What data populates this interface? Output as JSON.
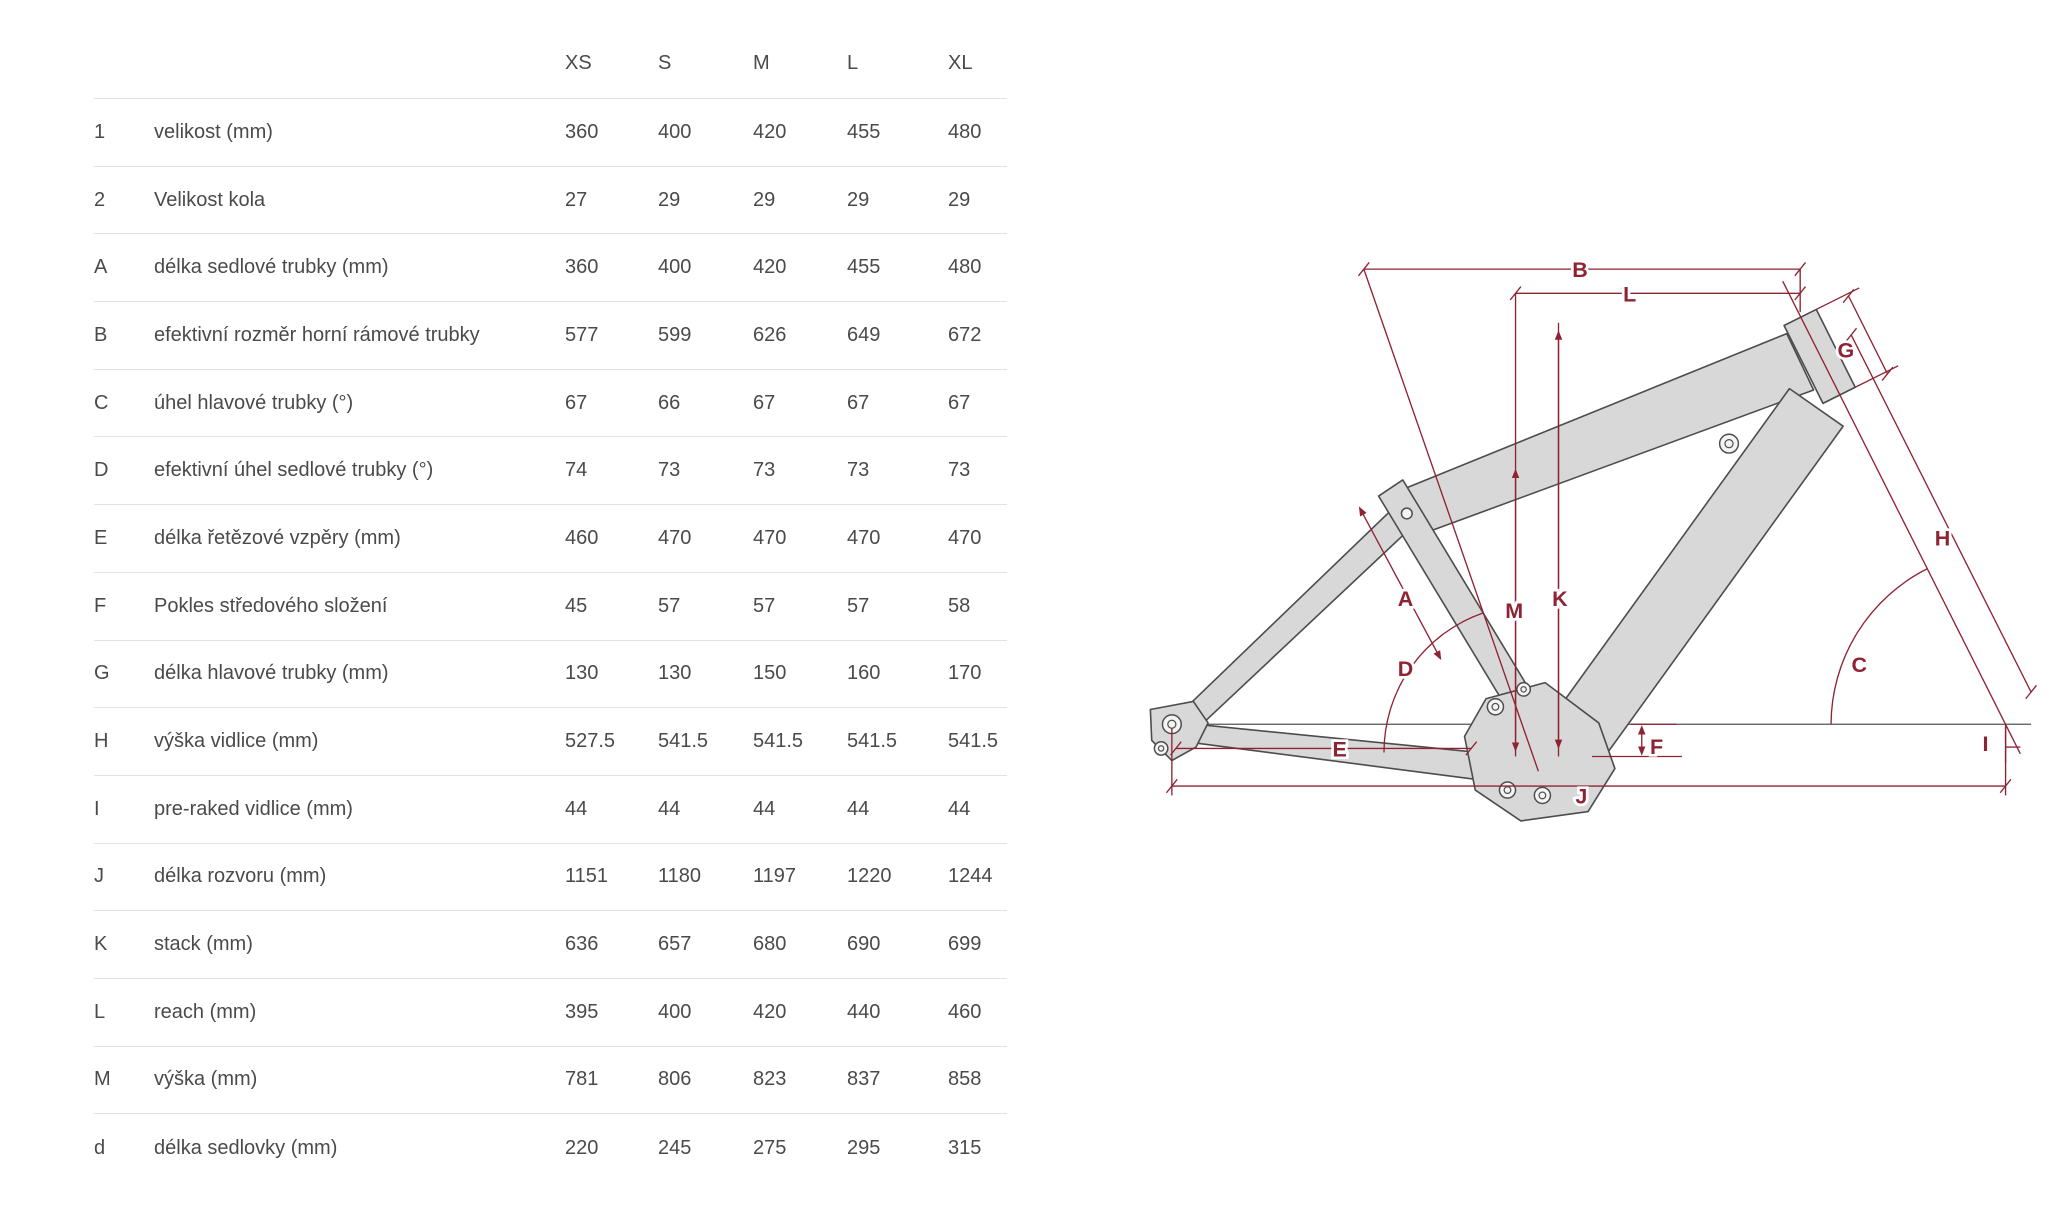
{
  "geometry_table": {
    "size_headers": [
      "XS",
      "S",
      "M",
      "L",
      "XL"
    ],
    "rows": [
      {
        "key": "1",
        "label": "velikost (mm)",
        "values": [
          "360",
          "400",
          "420",
          "455",
          "480"
        ]
      },
      {
        "key": "2",
        "label": "Velikost kola",
        "values": [
          "27",
          "29",
          "29",
          "29",
          "29"
        ]
      },
      {
        "key": "A",
        "label": "délka sedlové trubky (mm)",
        "values": [
          "360",
          "400",
          "420",
          "455",
          "480"
        ]
      },
      {
        "key": "B",
        "label": "efektivní rozměr horní rámové trubky",
        "values": [
          "577",
          "599",
          "626",
          "649",
          "672"
        ]
      },
      {
        "key": "C",
        "label": "úhel hlavové trubky (°)",
        "values": [
          "67",
          "66",
          "67",
          "67",
          "67"
        ]
      },
      {
        "key": "D",
        "label": "efektivní úhel sedlové trubky (°)",
        "values": [
          "74",
          "73",
          "73",
          "73",
          "73"
        ]
      },
      {
        "key": "E",
        "label": "délka řetězové vzpěry (mm)",
        "values": [
          "460",
          "470",
          "470",
          "470",
          "470"
        ]
      },
      {
        "key": "F",
        "label": "Pokles středového složení",
        "values": [
          "45",
          "57",
          "57",
          "57",
          "58"
        ]
      },
      {
        "key": "G",
        "label": "délka hlavové trubky (mm)",
        "values": [
          "130",
          "130",
          "150",
          "160",
          "170"
        ]
      },
      {
        "key": "H",
        "label": "výška vidlice (mm)",
        "values": [
          "527.5",
          "541.5",
          "541.5",
          "541.5",
          "541.5"
        ]
      },
      {
        "key": "I",
        "label": "pre-raked vidlice (mm)",
        "values": [
          "44",
          "44",
          "44",
          "44",
          "44"
        ]
      },
      {
        "key": "J",
        "label": "délka rozvoru (mm)",
        "values": [
          "1151",
          "1180",
          "1197",
          "1220",
          "1244"
        ]
      },
      {
        "key": "K",
        "label": "stack (mm)",
        "values": [
          "636",
          "657",
          "680",
          "690",
          "699"
        ]
      },
      {
        "key": "L",
        "label": "reach (mm)",
        "values": [
          "395",
          "400",
          "420",
          "440",
          "460"
        ]
      },
      {
        "key": "M",
        "label": "výška (mm)",
        "values": [
          "781",
          "806",
          "823",
          "837",
          "858"
        ]
      },
      {
        "key": "d",
        "label": "délka sedlovky (mm)",
        "values": [
          "220",
          "245",
          "275",
          "295",
          "315"
        ]
      }
    ]
  },
  "diagram": {
    "dimension_labels": {
      "a": "A",
      "b": "B",
      "c": "C",
      "d": "D",
      "e": "E",
      "f": "F",
      "g": "G",
      "h": "H",
      "i": "I",
      "j": "J",
      "k": "K",
      "l": "L",
      "m": "M"
    }
  },
  "colors": {
    "accent": "#8e2433",
    "table_text": "#4a4a4a",
    "separator": "#e2e2e2",
    "frame_fill": "#d8d8d8",
    "frame_stroke": "#4d4d4d"
  }
}
